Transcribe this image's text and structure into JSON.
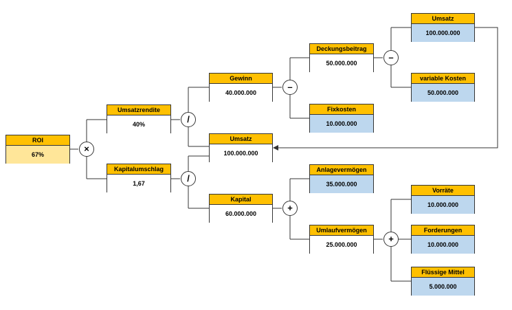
{
  "nodes": {
    "roi": {
      "label": "ROI",
      "value": "67%"
    },
    "umsatzrendite": {
      "label": "Umsatzrendite",
      "value": "40%"
    },
    "kapitalumschlag": {
      "label": "Kapitalumschlag",
      "value": "1,67"
    },
    "gewinn": {
      "label": "Gewinn",
      "value": "40.000.000"
    },
    "umsatz_mid": {
      "label": "Umsatz",
      "value": "100.000.000"
    },
    "kapital": {
      "label": "Kapital",
      "value": "60.000.000"
    },
    "deckungsbeitrag": {
      "label": "Deckungsbeitrag",
      "value": "50.000.000"
    },
    "fixkosten": {
      "label": "Fixkosten",
      "value": "10.000.000"
    },
    "anlagevermoegen": {
      "label": "Anlagevermögen",
      "value": "35.000.000"
    },
    "umlaufvermoegen": {
      "label": "Umlaufvermögen",
      "value": "25.000.000"
    },
    "umsatz_top": {
      "label": "Umsatz",
      "value": "100.000.000"
    },
    "variable_kosten": {
      "label": "variable Kosten",
      "value": "50.000.000"
    },
    "vorraete": {
      "label": "Vorräte",
      "value": "10.000.000"
    },
    "forderungen": {
      "label": "Forderungen",
      "value": "10.000.000"
    },
    "fluessige_mittel": {
      "label": "Flüssige Mittel",
      "value": "5.000.000"
    }
  },
  "operators": {
    "roi_op": "×",
    "umsatzrendite_op": "/",
    "kapitalumschlag_op": "/",
    "gewinn_op": "–",
    "deckungsbeitrag_op": "–",
    "kapital_op": "+",
    "umlaufvermoegen_op": "+"
  },
  "colors": {
    "header": "#FFC000",
    "input_fill": "#BDD7EE",
    "result_fill": "#FFE699"
  }
}
